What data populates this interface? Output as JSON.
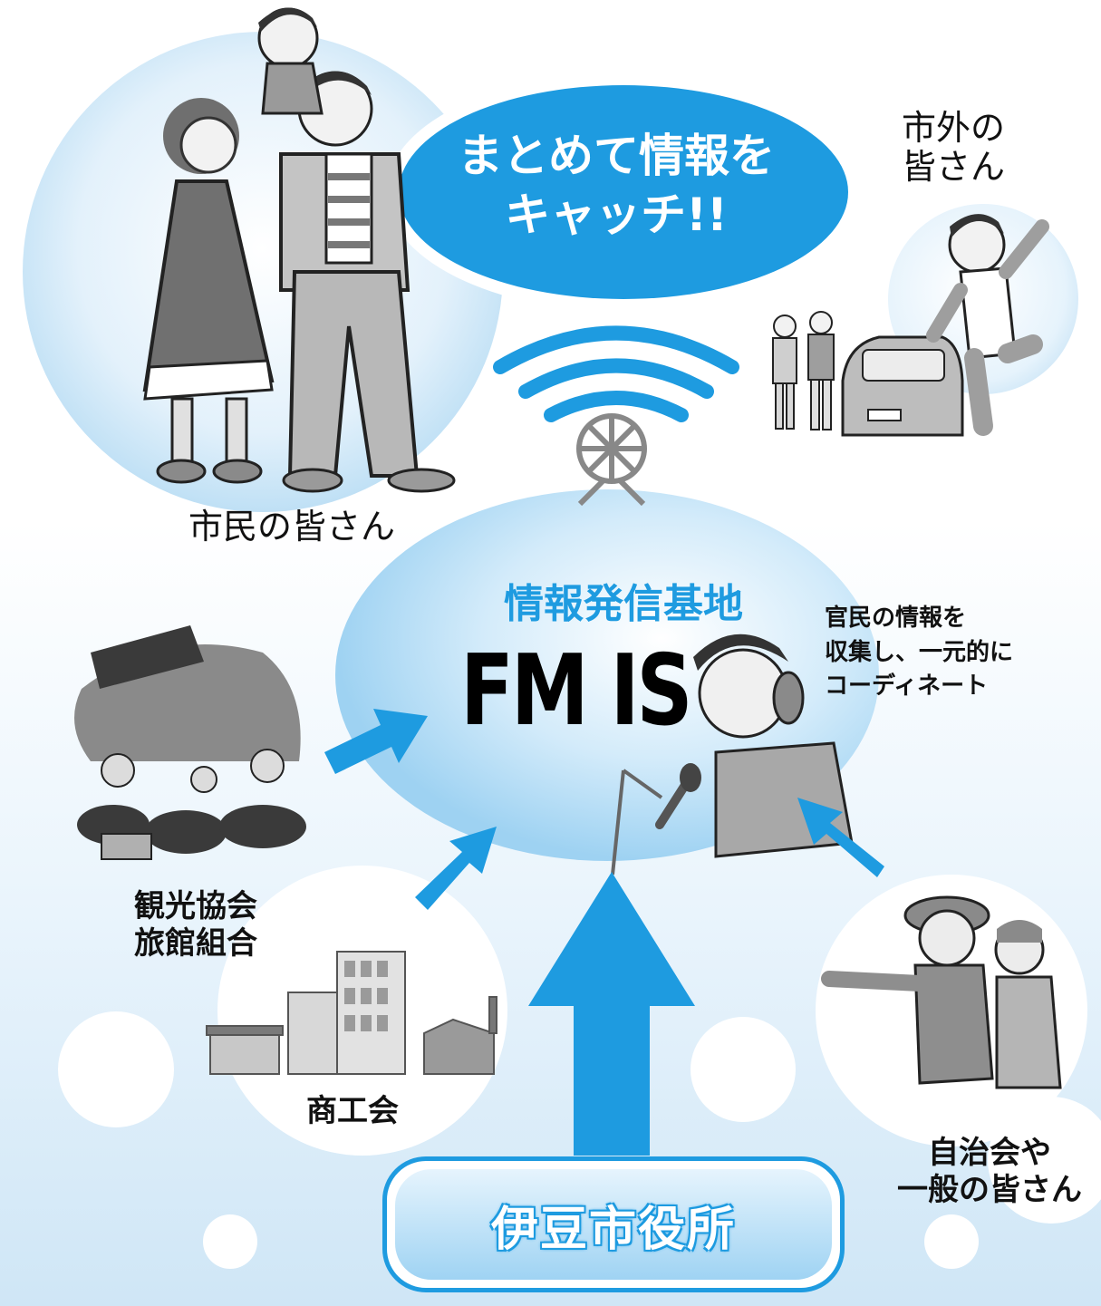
{
  "bubble": {
    "line1": "まとめて情報を",
    "line2": "キャッチ!!"
  },
  "audiences": {
    "citizens": "市民の皆さん",
    "outside_line1": "市外の",
    "outside_line2": "皆さん"
  },
  "hub": {
    "title": "情報発信基地",
    "station": "FM IS",
    "note_line1": "官民の情報を",
    "note_line2": "収集し、一元的に",
    "note_line3": "コーディネート"
  },
  "sources": {
    "tourism_line1": "観光協会",
    "tourism_line2": "旅館組合",
    "commerce": "商工会",
    "community_line1": "自治会や",
    "community_line2": "一般の皆さん",
    "city_hall": "伊豆市役所"
  },
  "colors": {
    "accent": "#1e9be0",
    "light_blue": "#d6ecfa",
    "illustration_gray": "#8c8c8c"
  },
  "icons": [
    "family-illustration",
    "radio-waves-icon",
    "antenna-tower-icon",
    "visitors-car-illustration",
    "dj-with-microphone-illustration",
    "hot-spring-illustration",
    "buildings-illustration",
    "elderly-couple-illustration",
    "arrow-icon"
  ]
}
